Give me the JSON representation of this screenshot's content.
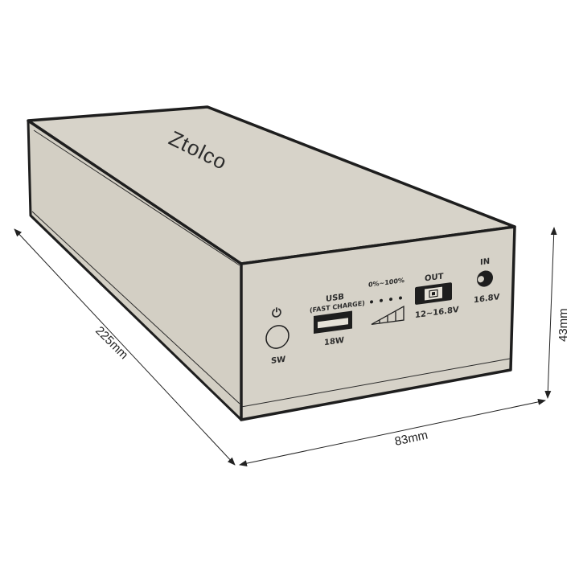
{
  "product": {
    "brand_logo": "Ztolco",
    "body_color": "#d6d2c8",
    "outline_color": "#1e1e1e"
  },
  "front_panel": {
    "power_button": {
      "icon": "power-icon",
      "label": "SW"
    },
    "usb_port": {
      "title": "USB",
      "subtitle": "(FAST CHARGE)",
      "rating": "18W"
    },
    "battery_indicator": {
      "label": "0%~100%",
      "dots": 4,
      "icon": "battery-level-icon"
    },
    "out_port": {
      "title": "OUT",
      "rating": "12~16.8V"
    },
    "in_port": {
      "title": "IN",
      "rating": "16.8V"
    }
  },
  "dimensions": {
    "length": "225mm",
    "width": "83mm",
    "height": "43mm"
  }
}
